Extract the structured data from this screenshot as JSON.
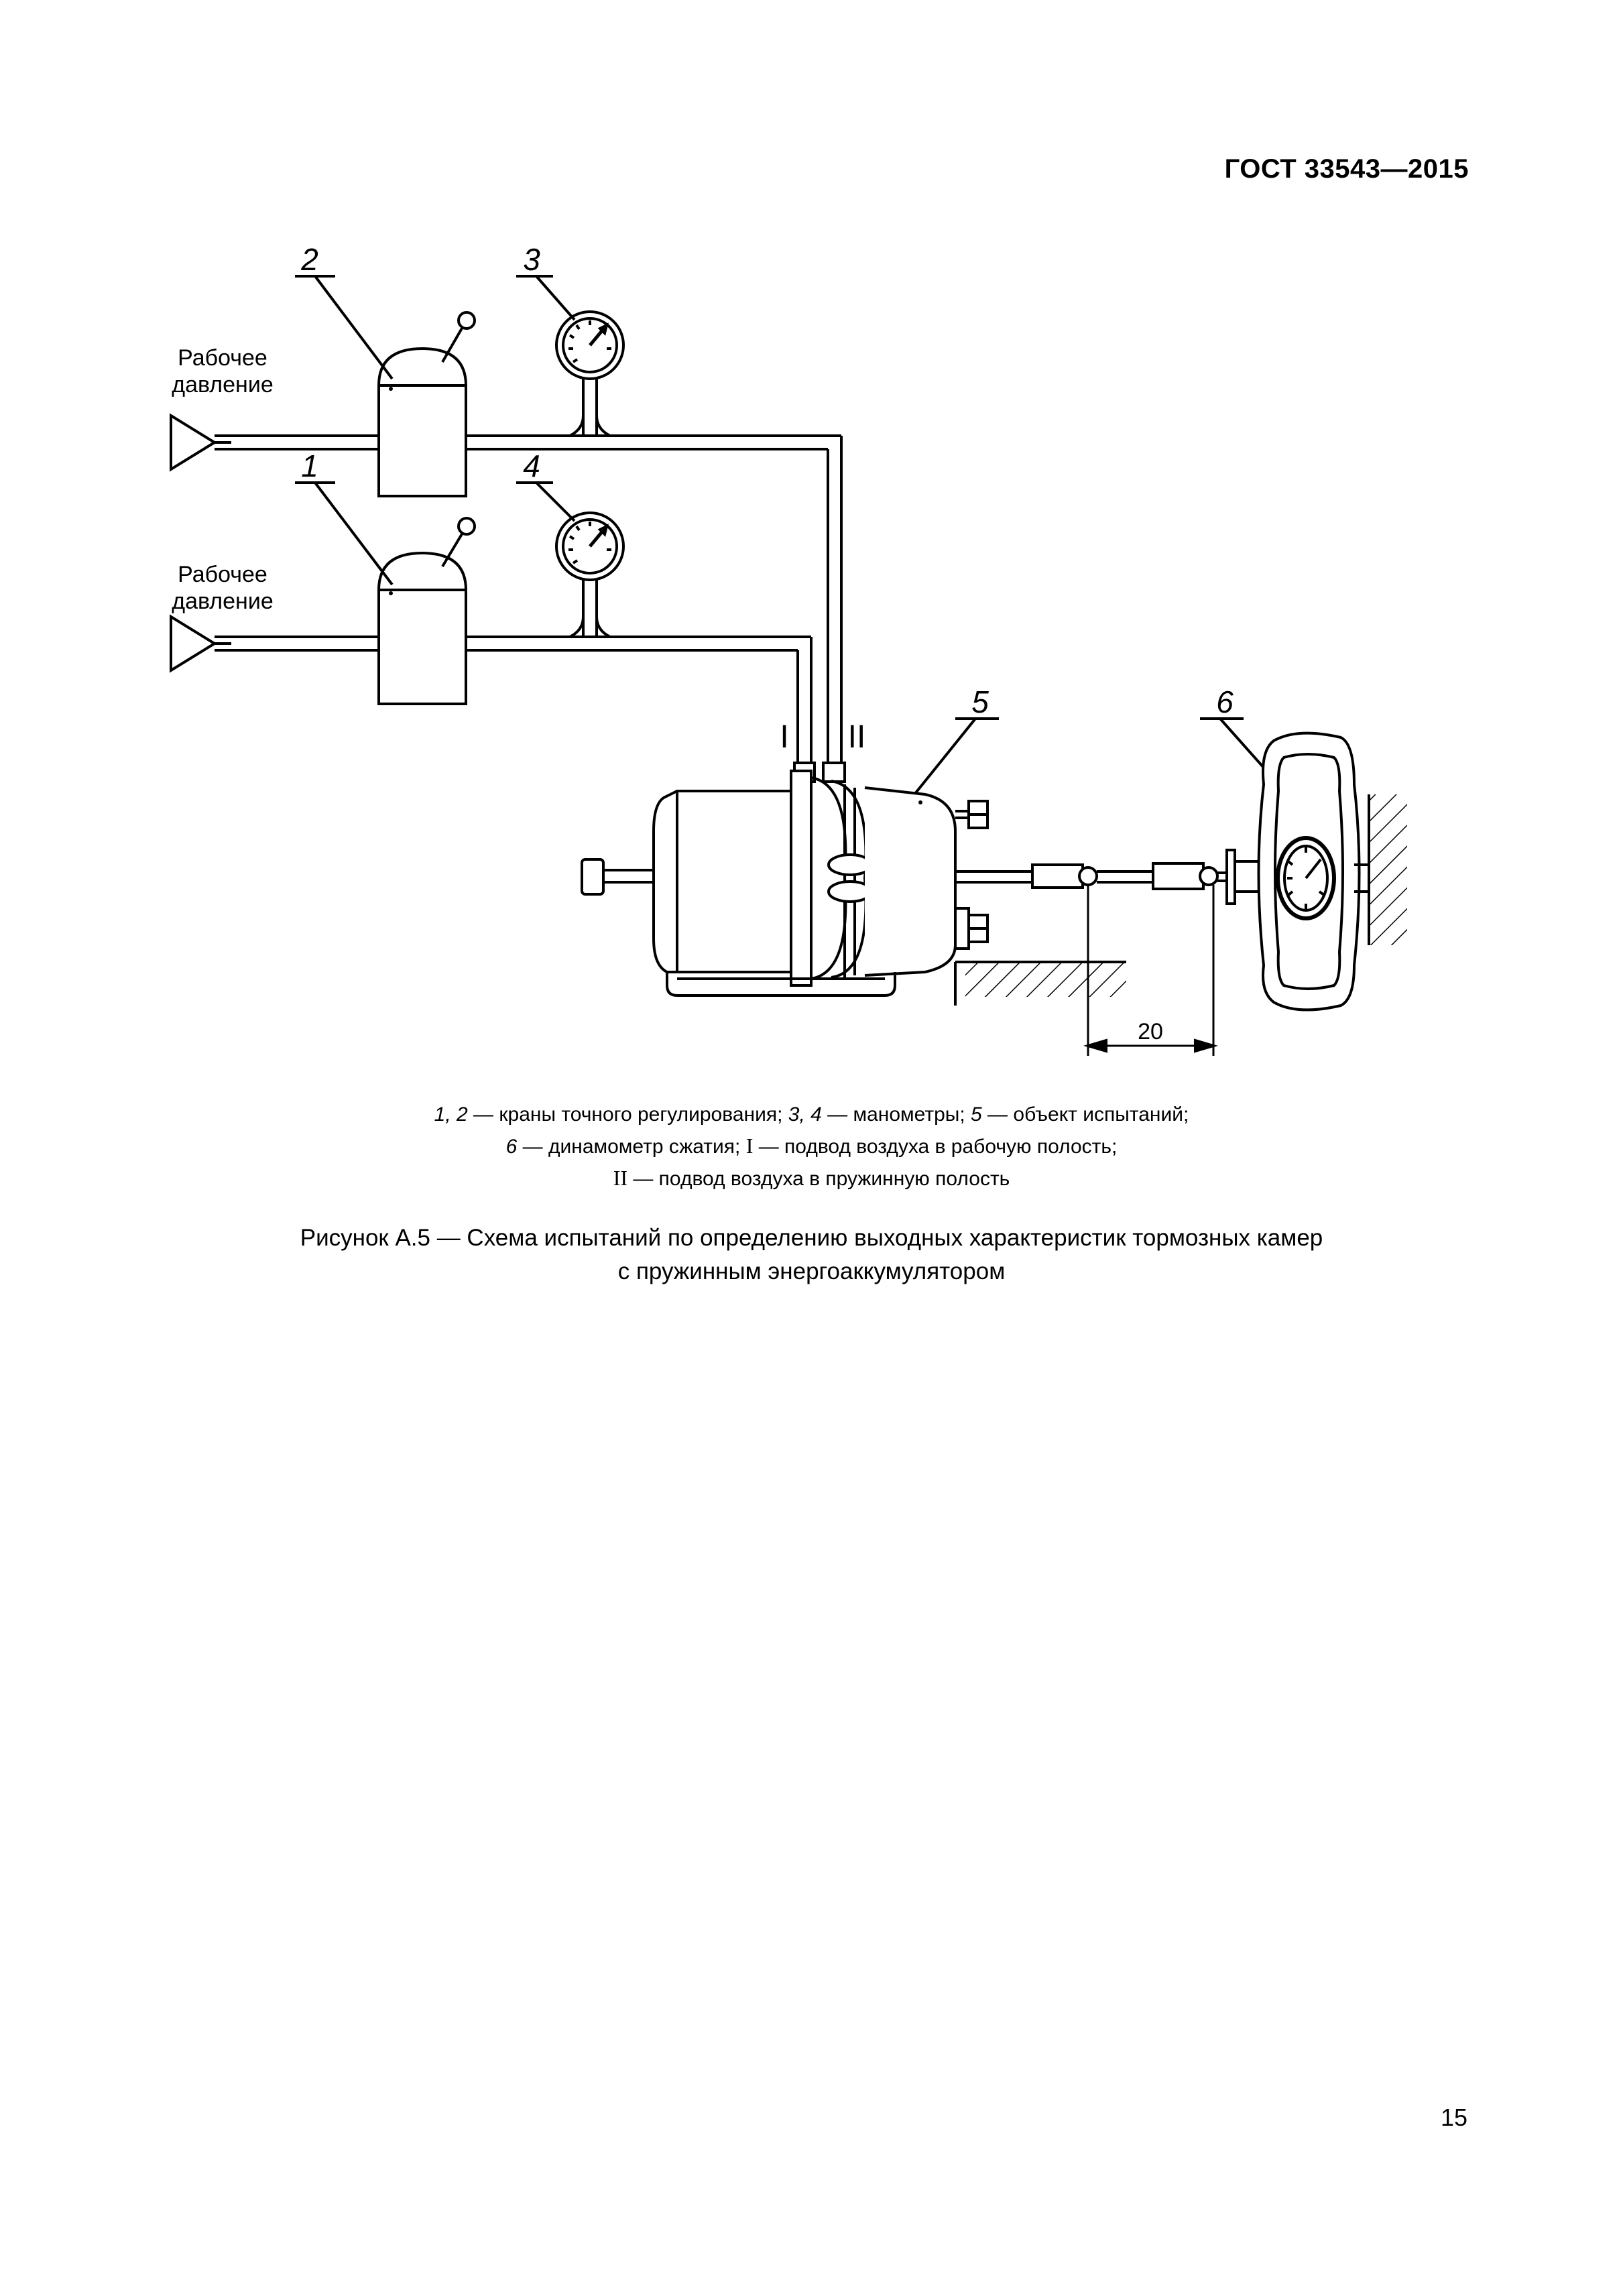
{
  "header": {
    "doc_id": "ГОСТ 33543—2015"
  },
  "figure": {
    "callouts": {
      "c1": "1",
      "c2": "2",
      "c3": "3",
      "c4": "4",
      "c5": "5",
      "c6": "6"
    },
    "ports": {
      "port_I": "I",
      "port_II": "II"
    },
    "inlet_label": {
      "line1": "Рабочее",
      "line2": "давление"
    },
    "dimension": "20"
  },
  "legend": {
    "line1": {
      "n12": "1, 2",
      "t12": " — краны точного регулирования; ",
      "n34": "3, 4",
      "t34": " — манометры; ",
      "n5": "5",
      "t5": " — объект испытаний;"
    },
    "line2": {
      "n6": "6",
      "t6": " — динамометр сжатия; ",
      "rI": "I",
      "tI": " — подвод воздуха в рабочую полость;"
    },
    "line3": {
      "rII": "II",
      "tII": " — подвод воздуха в пружинную полость"
    }
  },
  "caption": {
    "line1": "Рисунок А.5  — Схема испытаний по определению выходных характеристик тормозных камер",
    "line2": "с пружинным энергоаккумулятором"
  },
  "page_number": "15"
}
